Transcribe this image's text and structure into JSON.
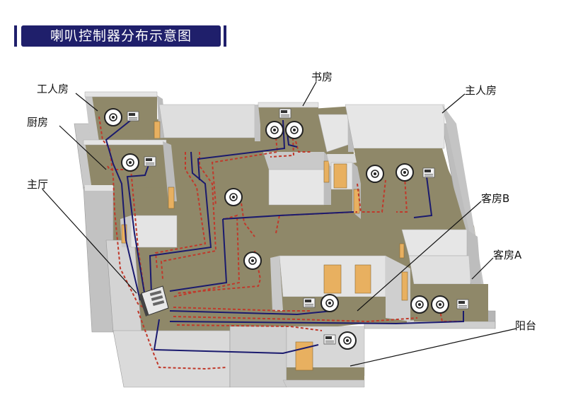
{
  "title": "喇叭控制器分布示意图",
  "rooms": {
    "worker_room": "工人房",
    "kitchen": "厨房",
    "main_hall": "主厅",
    "study": "书房",
    "master_room": "主人房",
    "guest_room_b": "客房B",
    "guest_room_a": "客房A",
    "balcony": "阳台"
  },
  "colors": {
    "floor": "#8f8869",
    "wall_top": "#e4e4e4",
    "wall_side": "#c9c9c9",
    "wall_dark": "#b5b5b5",
    "door": "#e8b060",
    "wire_blue": "#1a1a6e",
    "wire_red": "#c0392b",
    "banner": "#1f1f6b"
  },
  "icons": [
    "speaker-icon",
    "volume-control-panel-icon",
    "central-controller-icon"
  ]
}
